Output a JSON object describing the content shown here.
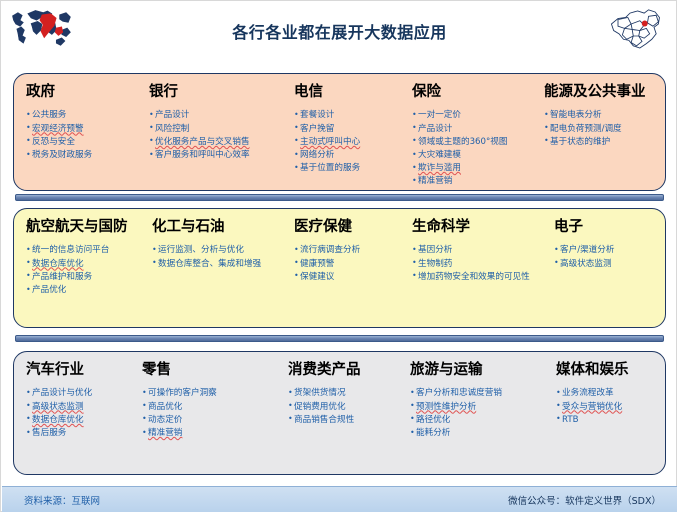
{
  "header": {
    "title": "各行各业都在展开大数据应用",
    "world_map_icon": "world-map-icon",
    "china_map_icon": "china-map-icon"
  },
  "panels": [
    {
      "id": "panel-industries-orange",
      "color": "#fbd7c0",
      "columns": [
        {
          "title": "政府",
          "items": [
            "公共服务",
            "宏观经济预警",
            "反恐与安全",
            "税务及财政服务"
          ]
        },
        {
          "title": "银行",
          "items": [
            "产品设计",
            "风险控制",
            "优化服务产品与交叉销售",
            "客户服务和呼叫中心效率"
          ]
        },
        {
          "title": "电信",
          "items": [
            "套餐设计",
            "客户挽留",
            "主动式呼叫中心",
            "网络分析",
            "基于位置的服务"
          ]
        },
        {
          "title": "保险",
          "items": [
            "一对一定价",
            "产品设计",
            "领域或主题的360°视图",
            "大灾难建模",
            "欺诈与滥用",
            "精准营销"
          ]
        },
        {
          "title": "能源及公共事业",
          "items": [
            "智能电表分析",
            "配电负荷预测/调度",
            "基于状态的维护"
          ]
        }
      ]
    },
    {
      "id": "panel-industries-yellow",
      "color": "#fbf8bf",
      "columns": [
        {
          "title": "航空航天与国防",
          "items": [
            "统一的信息访问平台",
            "数据仓库优化",
            "产品维护和服务",
            "产品优化"
          ]
        },
        {
          "title": "化工与石油",
          "items": [
            "运行监测、分析与优化",
            "数据仓库整合、集成和增强"
          ]
        },
        {
          "title": "医疗保健",
          "items": [
            "流行病调查分析",
            "健康预警",
            "保健建议"
          ]
        },
        {
          "title": "生命科学",
          "items": [
            "基因分析",
            "生物制药",
            "增加药物安全和效果的可见性"
          ]
        },
        {
          "title": "电子",
          "items": [
            "客户/渠道分析",
            "高级状态监测"
          ]
        }
      ]
    },
    {
      "id": "panel-industries-gray",
      "color": "#e8e8ea",
      "columns": [
        {
          "title": "汽车行业",
          "items": [
            "产品设计与优化",
            "高级状态监测",
            "数据仓库优化",
            "售后服务"
          ]
        },
        {
          "title": "零售",
          "items": [
            "可操作的客户洞察",
            "商品优化",
            "动态定价",
            "精准营销"
          ]
        },
        {
          "title": "消费类产品",
          "items": [
            "货架供货情况",
            "促销费用优化",
            "商品销售合规性"
          ]
        },
        {
          "title": "旅游与运输",
          "items": [
            "客户分析和忠诚度营销",
            "预测性维护分析",
            "路径优化",
            "能耗分析"
          ]
        },
        {
          "title": "媒体和娱乐",
          "items": [
            "业务流程改革",
            "受众与营销优化",
            "RTB"
          ]
        }
      ]
    }
  ],
  "footer": {
    "source": "资料来源：互联网",
    "account": "微信公众号：软件定义世界（SDX）"
  },
  "colors": {
    "title": "#17365d",
    "bullet_text": "#1f5fa8",
    "panel_border": "#1f3864",
    "divider": "#4f6a9a",
    "footer_bg": "#b9d2ec"
  }
}
